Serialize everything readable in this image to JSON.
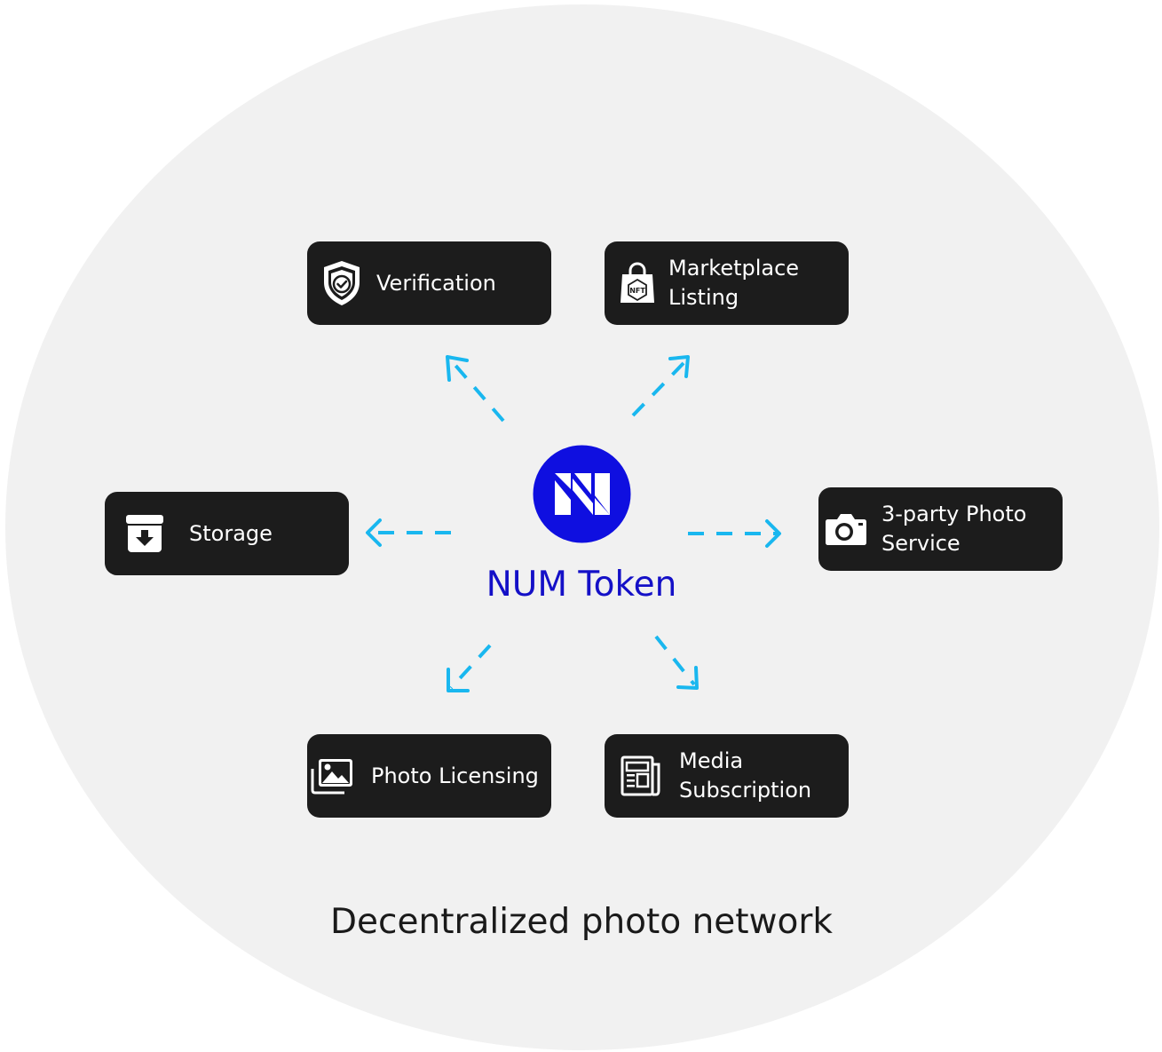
{
  "center": {
    "label": "NUM Token",
    "logo_letter": "N",
    "logo_color": "#0f0fe0"
  },
  "caption": "Decentralized photo network",
  "services": [
    {
      "id": "verification",
      "label": "Verification",
      "icon": "shield-check-icon"
    },
    {
      "id": "marketplace-listing",
      "label": "Marketplace\nListing",
      "icon": "nft-shopping-bag-icon"
    },
    {
      "id": "storage",
      "label": "Storage",
      "icon": "archive-download-icon"
    },
    {
      "id": "third-party-photo-service",
      "label": "3-party Photo\nService",
      "icon": "camera-icon"
    },
    {
      "id": "photo-licensing",
      "label": "Photo Licensing",
      "icon": "images-icon"
    },
    {
      "id": "media-subscription",
      "label": "Media\nSubscription",
      "icon": "newspaper-icon"
    }
  ],
  "colors": {
    "background": "#f1f1f1",
    "card": "#1c1c1c",
    "card_text": "#ffffff",
    "arrow": "#19b7ef",
    "token_text": "#1410c7"
  }
}
